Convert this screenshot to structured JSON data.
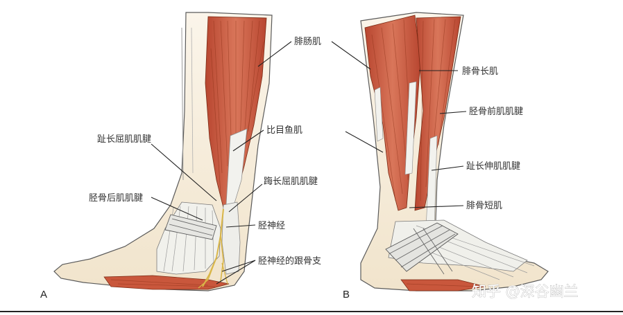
{
  "panels": {
    "a": {
      "letter": "A",
      "labels": {
        "gastrocnemius": "腓肠肌",
        "soleus": "比目鱼肌",
        "fdl_tendon": "趾长屈肌肌腱",
        "fhl_tendon": "踇长屈肌肌腱",
        "tp_tendon": "胫骨后肌肌腱",
        "tibial_nerve": "胫神经",
        "calcaneal_branch": "胫神经的跟骨支"
      }
    },
    "b": {
      "letter": "B",
      "labels": {
        "peroneus_longus": "腓骨长肌",
        "ta_tendon": "胫骨前肌肌腱",
        "edl_tendon": "趾长伸肌肌腱",
        "peroneus_brevis": "腓骨短肌"
      }
    }
  },
  "watermark": "知乎 @深谷幽兰",
  "colors": {
    "muscle": "#c8553a",
    "muscle_light": "#dd8a6c",
    "skin": "#f7eedd",
    "tendon": "#efefea",
    "nerve": "#d9b648",
    "outline": "#555555"
  }
}
